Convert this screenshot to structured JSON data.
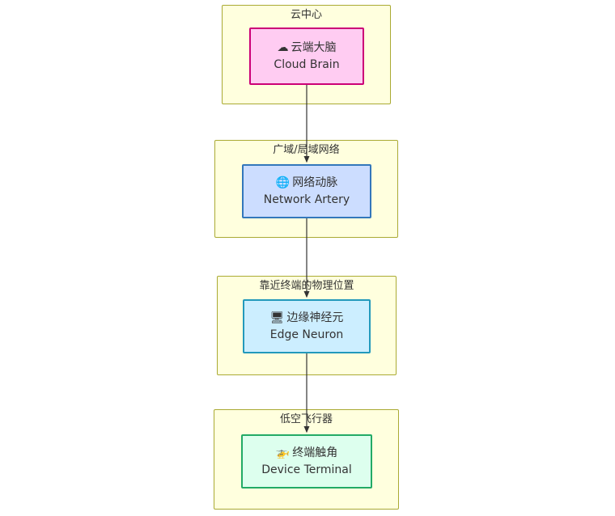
{
  "diagram": {
    "type": "flowchart",
    "direction": "top-to-bottom",
    "background": "#ffffff",
    "group_fill": "#ffffde",
    "group_stroke": "#aaaa33",
    "connector_color": "#333333",
    "layers": [
      {
        "id": "cloud",
        "group_title": "云中心",
        "node": {
          "icon": "cloud-icon",
          "icon_glyph": "☁",
          "label_cn": "云端大脑",
          "label_en": "Cloud Brain",
          "fill": "#ffccf2",
          "stroke": "#cc0077"
        }
      },
      {
        "id": "network",
        "group_title": "广域/局域网络",
        "node": {
          "icon": "globe-icon",
          "icon_glyph": "🌐",
          "label_cn": "网络动脉",
          "label_en": "Network Artery",
          "fill": "#ccddff",
          "stroke": "#3377bb"
        }
      },
      {
        "id": "edge",
        "group_title": "靠近终端的物理位置",
        "node": {
          "icon": "desktop-computer-icon",
          "icon_glyph": "🖥",
          "label_cn": "边缘神经元",
          "label_en": "Edge Neuron",
          "fill": "#cceeff",
          "stroke": "#2299bb"
        }
      },
      {
        "id": "device",
        "group_title": "低空飞行器",
        "node": {
          "icon": "helicopter-icon",
          "icon_glyph": "🚁",
          "label_cn": "终端触角",
          "label_en": "Device Terminal",
          "fill": "#ddffee",
          "stroke": "#22aa66"
        }
      }
    ],
    "connections": [
      {
        "from": "cloud",
        "to": "network",
        "arrow": "down"
      },
      {
        "from": "network",
        "to": "edge",
        "arrow": "down"
      },
      {
        "from": "edge",
        "to": "device",
        "arrow": "down"
      }
    ]
  }
}
